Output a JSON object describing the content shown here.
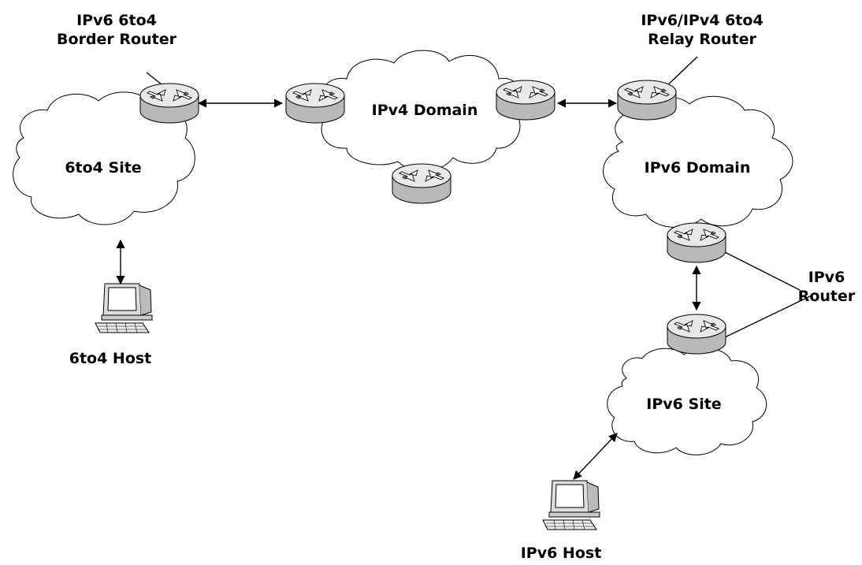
{
  "labels": {
    "border_router": [
      "IPv6 6to4",
      "Border Router"
    ],
    "relay_router": [
      "IPv6/IPv4 6to4",
      "Relay Router"
    ],
    "ipv4_domain": "IPv4 Domain",
    "sixto4_site": "6to4 Site",
    "ipv6_domain": "IPv6 Domain",
    "ipv6_router": [
      "IPv6",
      "Router"
    ],
    "ipv6_site": "IPv6 Site",
    "sixto4_host": "6to4 Host",
    "ipv6_host": "IPv6 Host"
  },
  "icons": [
    "cloud-icon",
    "router-icon",
    "computer-icon",
    "double-arrow-icon"
  ],
  "colors": {
    "router_top": "#e8e8e8",
    "router_side": "#b8b8b8",
    "line": "#000000",
    "cloud_fill": "#ffffff"
  }
}
